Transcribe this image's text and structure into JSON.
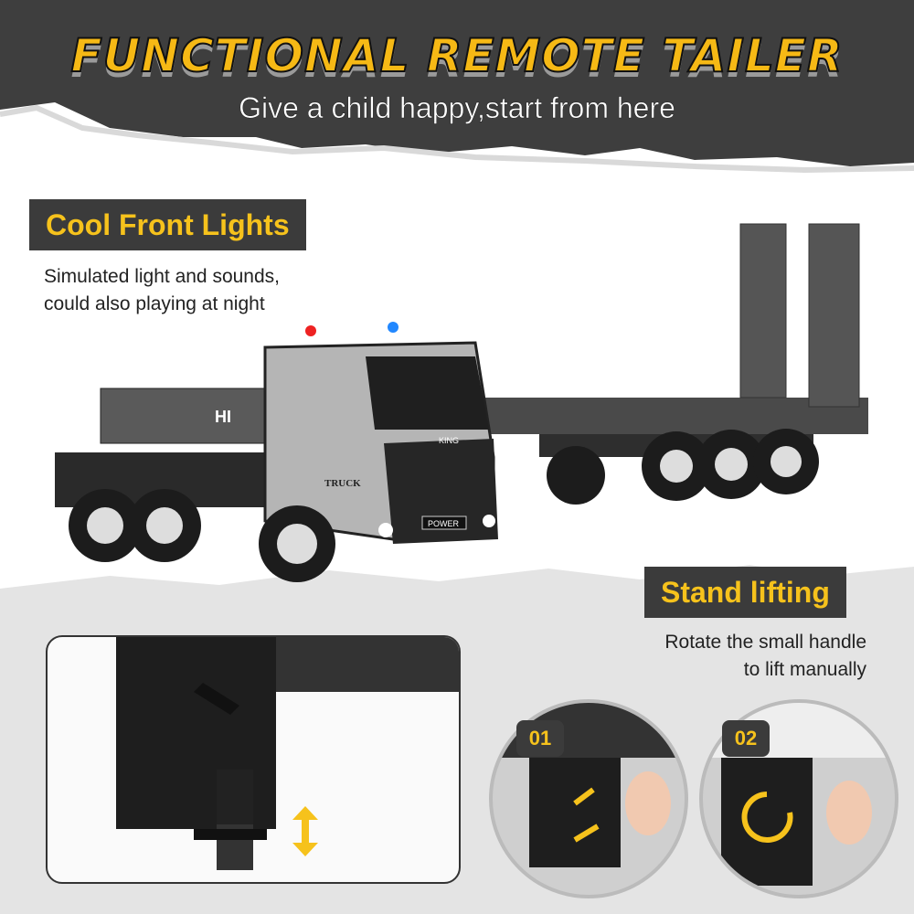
{
  "header": {
    "title": "FUNCTIONAL REMOTE TAILER",
    "subtitle": "Give a child happy,start from here"
  },
  "features": [
    {
      "label": "Cool Front Lights",
      "description_lines": [
        "Simulated light and sounds,",
        "could also playing at night"
      ]
    },
    {
      "label": "Stand lifting",
      "description_lines": [
        "Rotate the small handle",
        "to lift manually"
      ]
    }
  ],
  "truck": {
    "brand_badge": "KING",
    "side_logo": "TRUCK",
    "plate": "POWER",
    "box_text": "HI"
  },
  "steps": [
    "01",
    "02"
  ],
  "colors": {
    "accent": "#f6c21c",
    "dark": "#3b3b3b"
  }
}
